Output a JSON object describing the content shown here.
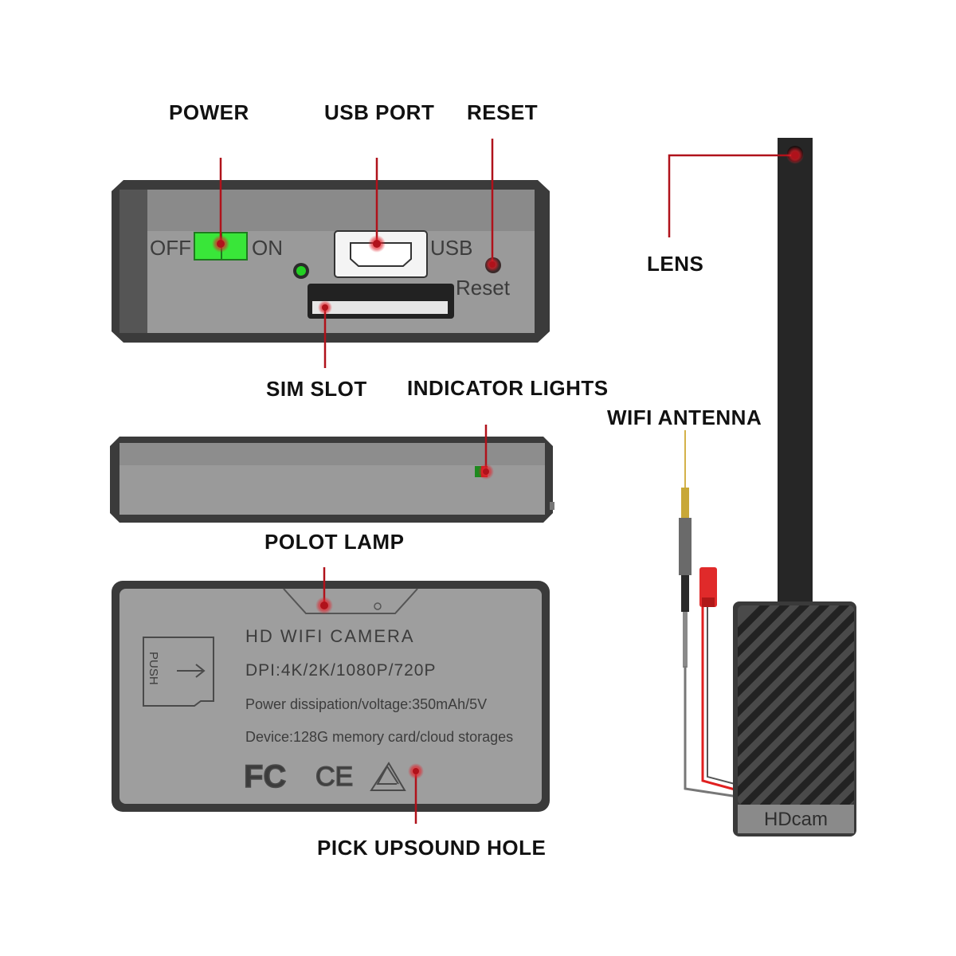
{
  "labels": {
    "power": "POWER",
    "usb_port": "USB PORT",
    "reset": "RESET",
    "lens": "LENS",
    "sim_slot": "SIM SLOT",
    "indicator_lights": "INDICATOR LIGHTS",
    "wifi_antenna": "WIFI ANTENNA",
    "polot_lamp": "POLOT LAMP",
    "pick_upsound_hole": "PICK UPSOUND HOLE"
  },
  "front_panel": {
    "off": "OFF",
    "on": "ON",
    "usb": "USB",
    "reset": "Reset"
  },
  "back_panel": {
    "push": "PUSH",
    "line1": "HD WIFI CAMERA",
    "line2": "DPI:4K/2K/1080P/720P",
    "line3": "Power dissipation/voltage:350mAh/5V",
    "line4": "Device:128G memory card/cloud storages",
    "fc": "FC",
    "ce": "CE"
  },
  "camera_module": {
    "brand": "HDcam"
  },
  "colors": {
    "leader": "#b0121b",
    "switch": "#39e639",
    "led": "#22d022",
    "body": "#3a3a3a",
    "face": "#8e8e8e",
    "antenna": "#d4b24a"
  }
}
